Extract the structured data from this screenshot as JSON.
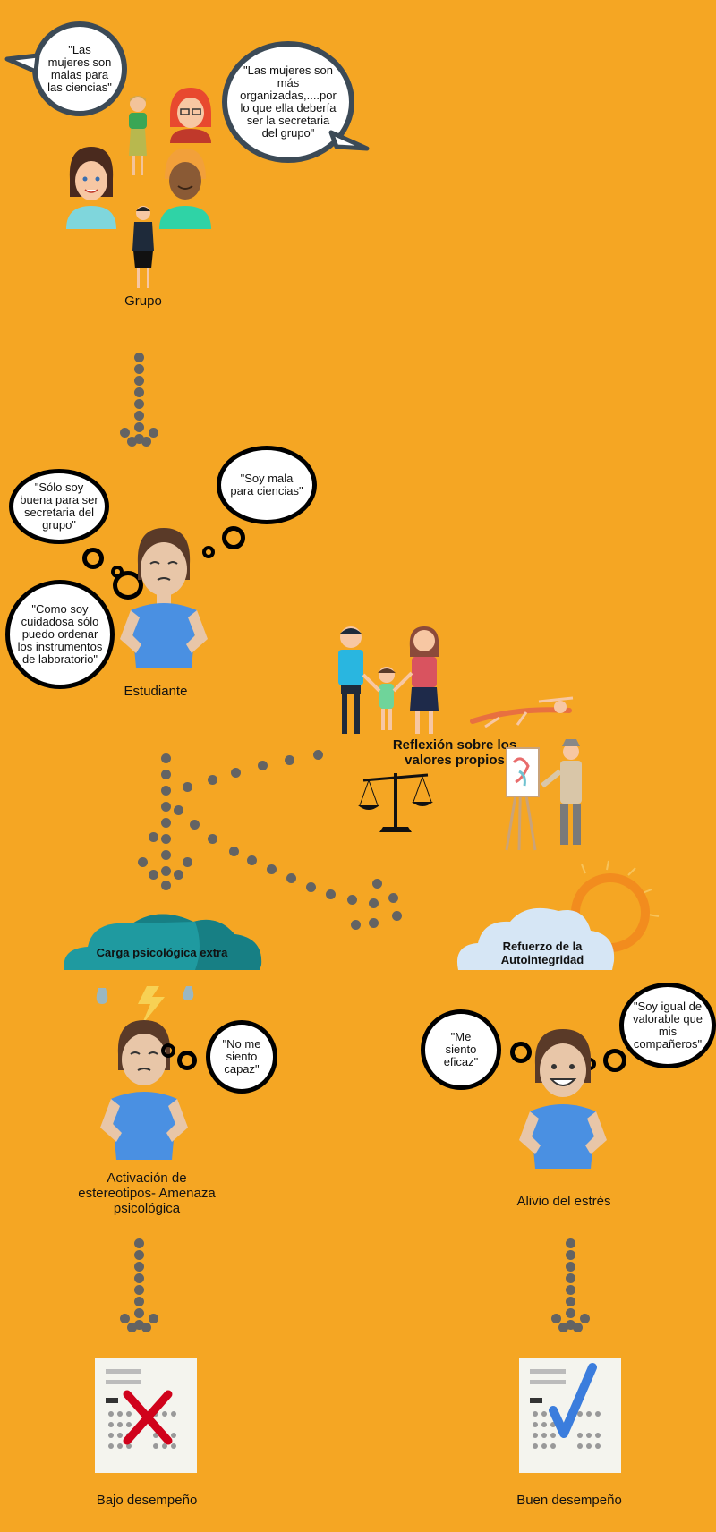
{
  "group": {
    "bubble1": "\"Las mujeres son malas para las ciencias\"",
    "bubble2": "\"Las mujeres son más organizadas,....por lo que  ella debería ser la secretaria del grupo\"",
    "label": "Grupo"
  },
  "student": {
    "thought1": "\"Sólo soy buena para ser secretaria del grupo\"",
    "thought2": "\"Soy mala para ciencias\"",
    "thought3": "\"Como soy cuidadosa  sólo puedo ordenar los instrumentos de laboratorio\"",
    "label": "Estudiante"
  },
  "reflection": {
    "label": "Reflexión sobre los valores propios"
  },
  "left_branch": {
    "cloud_label": "Carga psicológica extra",
    "thought": "\"No me siento capaz\"",
    "label": "Activación de estereotipos- Amenaza psicológica",
    "result": "Bajo desempeño"
  },
  "right_branch": {
    "cloud_label": "Refuerzo de la Autointegridad",
    "thought1": "\"Me siento eficaz\"",
    "thought2": "\"Soy igual de valorable que mis compañeros\"",
    "label": "Alivio del estrés",
    "result": "Buen desempeño"
  },
  "colors": {
    "background": "#F5A623",
    "arrow_dots": "#636363",
    "shirt": "#4A90E2",
    "storm_cloud": "#1f9aa0",
    "soft_cloud": "#d6e6f5",
    "fail_mark": "#d0021b",
    "pass_mark": "#3b7ddd"
  }
}
